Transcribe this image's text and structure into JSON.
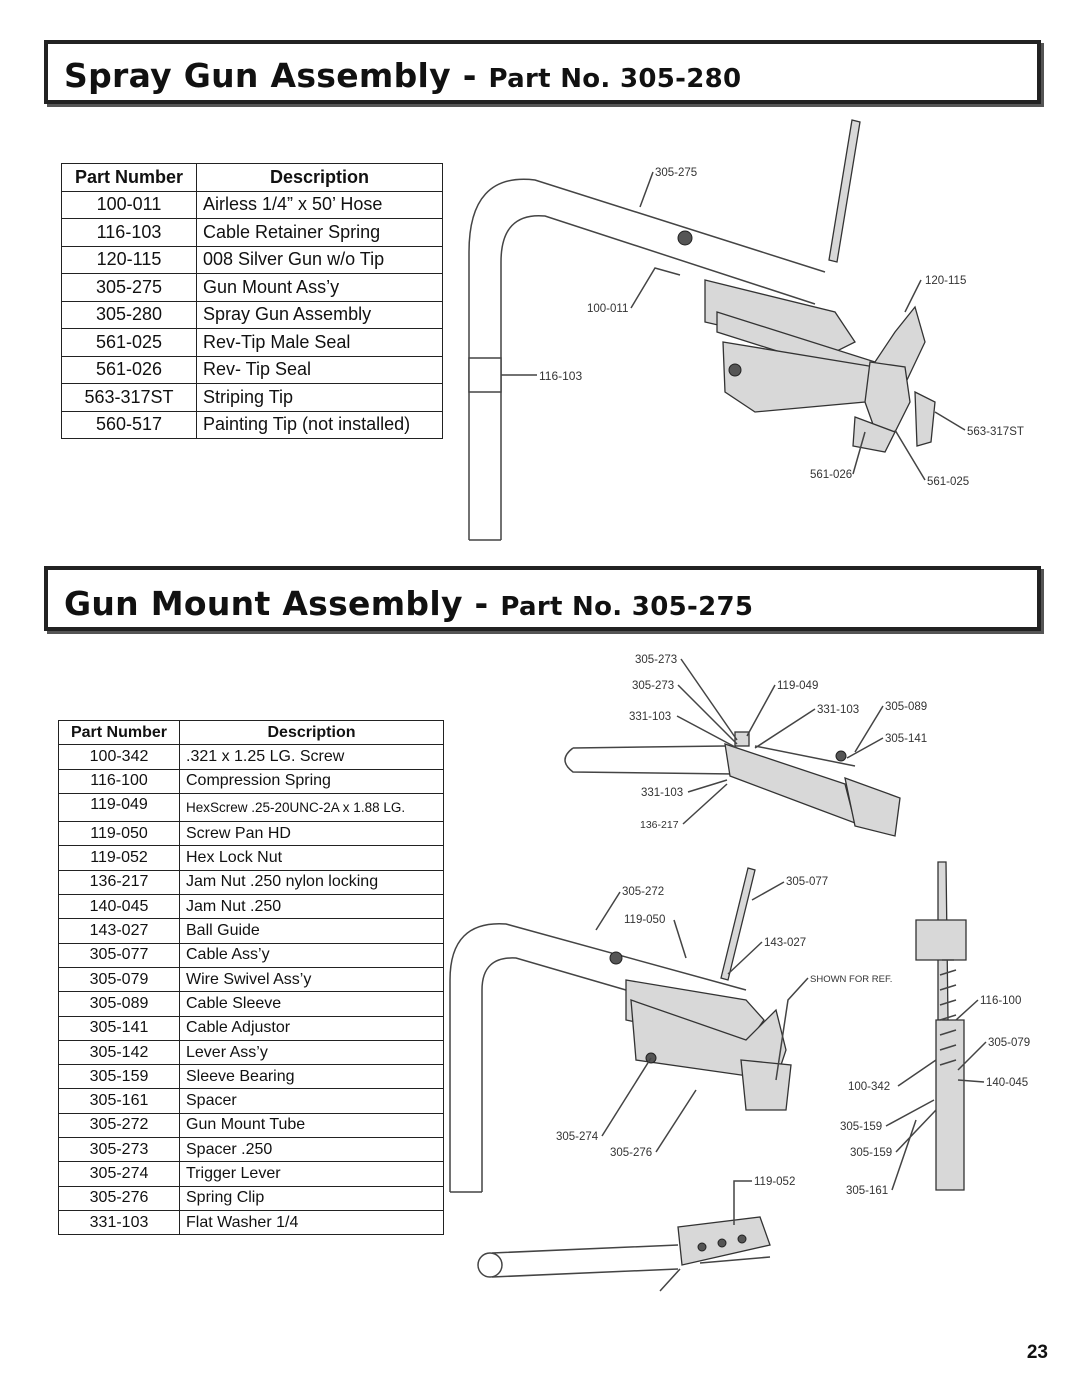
{
  "spray_gun": {
    "title_main": "Spray Gun Assembly - ",
    "title_sub": "Part No. 305-280",
    "table_headers": [
      "Part Number",
      "Description"
    ],
    "parts": [
      {
        "pn": "100-011",
        "desc": "Airless 1/4” x 50’ Hose"
      },
      {
        "pn": "116-103",
        "desc": "Cable Retainer Spring"
      },
      {
        "pn": "120-115",
        "desc": "008 Silver Gun w/o Tip"
      },
      {
        "pn": "305-275",
        "desc": "Gun Mount Ass’y"
      },
      {
        "pn": "305-280",
        "desc": "Spray Gun Assembly"
      },
      {
        "pn": "561-025",
        "desc": "Rev-Tip Male Seal"
      },
      {
        "pn": "561-026",
        "desc": "Rev- Tip Seal"
      },
      {
        "pn": "563-317ST",
        "desc": "Striping Tip"
      },
      {
        "pn": "560-517",
        "desc": "Painting Tip (not installed)"
      }
    ],
    "callouts": [
      "305-275",
      "120-115",
      "100-011",
      "116-103",
      "563-317ST",
      "561-026",
      "561-025"
    ]
  },
  "gun_mount": {
    "title_main": "Gun Mount Assembly - ",
    "title_sub": "Part No. 305-275",
    "table_headers": [
      "Part Number",
      "Description"
    ],
    "parts": [
      {
        "pn": "100-342",
        "desc": ".321 x 1.25 LG. Screw"
      },
      {
        "pn": "116-100",
        "desc": "Compression Spring"
      },
      {
        "pn": "119-049",
        "desc": "HexScrew .25-20UNC-2A x 1.88 LG."
      },
      {
        "pn": "119-050",
        "desc": "Screw Pan HD"
      },
      {
        "pn": "119-052",
        "desc": "Hex Lock Nut"
      },
      {
        "pn": "136-217",
        "desc": "Jam Nut .250 nylon locking"
      },
      {
        "pn": "140-045",
        "desc": "Jam Nut .250"
      },
      {
        "pn": "143-027",
        "desc": "Ball Guide"
      },
      {
        "pn": "305-077",
        "desc": "Cable Ass’y"
      },
      {
        "pn": "305-079",
        "desc": "Wire Swivel Ass’y"
      },
      {
        "pn": "305-089",
        "desc": "Cable Sleeve"
      },
      {
        "pn": "305-141",
        "desc": "Cable Adjustor"
      },
      {
        "pn": "305-142",
        "desc": "Lever Ass’y"
      },
      {
        "pn": "305-159",
        "desc": "Sleeve Bearing"
      },
      {
        "pn": "305-161",
        "desc": "Spacer"
      },
      {
        "pn": "305-272",
        "desc": "Gun Mount Tube"
      },
      {
        "pn": "305-273",
        "desc": "Spacer .250"
      },
      {
        "pn": "305-274",
        "desc": "Trigger Lever"
      },
      {
        "pn": "305-276",
        "desc": "Spring Clip"
      },
      {
        "pn": "331-103",
        "desc": "Flat Washer 1/4"
      }
    ],
    "callouts_top": [
      "305-273",
      "305-273",
      "331-103",
      "119-049",
      "331-103",
      "305-089",
      "305-141",
      "331-103",
      "136-217"
    ],
    "callouts_mid": [
      "305-272",
      "305-077",
      "119-050",
      "143-027",
      "SHOWN FOR REF.",
      "305-274",
      "305-276"
    ],
    "callouts_right": [
      "116-100",
      "305-079",
      "100-342",
      "140-045",
      "305-159",
      "305-159",
      "305-161"
    ],
    "callouts_bottom": [
      "119-052"
    ]
  },
  "page_number": "23"
}
